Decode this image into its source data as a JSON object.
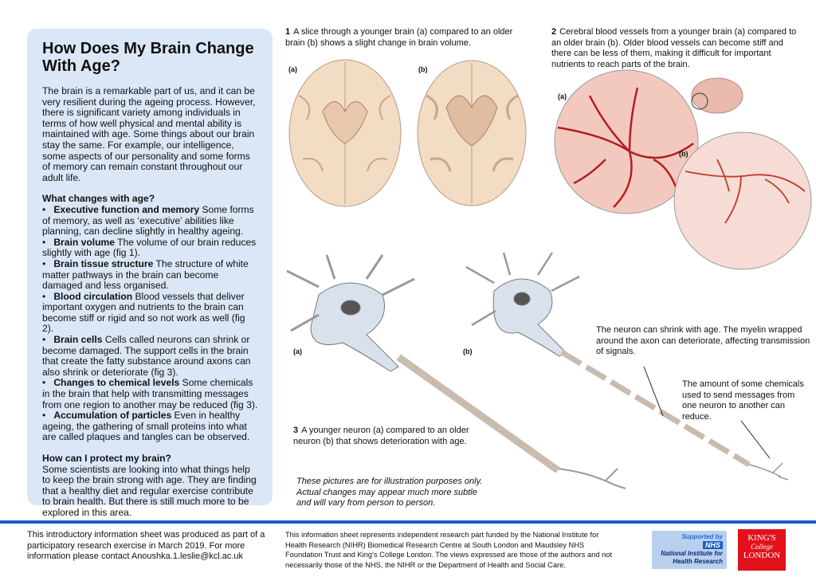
{
  "panel": {
    "title": "How Does My Brain Change With Age?",
    "intro": "The brain is a remarkable part of us, and it can be very resilient during the ageing process. However, there is significant variety among individuals in terms of how well physical and mental ability is maintained with age. Some things about our brain stay the same. For example, our intelligence, some aspects of our personality and some forms of memory can remain constant throughout our adult life.",
    "changes_heading": "What changes with age?",
    "changes": [
      {
        "term": "Executive function and memory",
        "text": " Some forms of memory, as well as ‘executive’ abilities like planning, can decline slightly in healthy ageing."
      },
      {
        "term": "Brain volume",
        "text": " The volume of our brain reduces slightly with age (fig 1)."
      },
      {
        "term": "Brain tissue structure",
        "text": " The structure of white matter pathways in the brain can become damaged and less organised."
      },
      {
        "term": "Blood circulation",
        "text": " Blood vessels that deliver important oxygen and nutrients to the brain can become stiff or rigid and so not work as well (fig 2)."
      },
      {
        "term": "Brain cells",
        "text": " Cells called neurons can shrink or become damaged. The support cells in the brain that create the fatty substance around axons can also shrink or deteriorate (fig 3)."
      },
      {
        "term": "Changes to chemical levels",
        "text": " Some chemicals in the brain that help with transmitting messages from one region to another may be reduced (fig 3)."
      },
      {
        "term": "Accumulation of particles",
        "text": " Even in healthy ageing, the gathering of small proteins into what are called plaques and tangles can be observed."
      }
    ],
    "bullet": "•",
    "protect_heading": "How can I protect my brain?",
    "protect_text": "Some scientists are looking into what things help to keep the brain strong with age. They are finding that a healthy diet and regular exercise contribute to brain health. But there is still much more to be explored in this area."
  },
  "fig1": {
    "num": "1",
    "caption": "A slice through a younger brain (a) compared to an older brain (b) shows a slight change in brain volume.",
    "label_a": "(a)",
    "label_b": "(b)"
  },
  "fig2": {
    "num": "2",
    "caption": "Cerebral blood vessels from a younger brain (a) compared to an older brain (b). Older blood vessels can become stiff and there can be less of them, making it difficult for important nutrients to reach parts of the brain.",
    "label_a": "(a)",
    "label_b": "(b)"
  },
  "fig3": {
    "num": "3",
    "caption": "A younger neuron (a) compared to an older neuron (b) that shows deterioration with age.",
    "label_a": "(a)",
    "label_b": "(b)",
    "note1": "The neuron can shrink with age. The myelin wrapped around the axon can deteriorate, affecting transmission of signals.",
    "note2": "The amount of some chemicals used to send messages from one neuron to another can reduce."
  },
  "disclaimer": "These pictures are for illustration purposes only. Actual changes may appear much more subtle and will vary from person to person.",
  "footer": {
    "left": "This introductory information sheet was produced as part of a participatory research exercise in March 2019. For more information please contact Anoushka.1.leslie@kcl.ac.uk",
    "middle": "This information sheet represents independent research part funded by the National Institute for Health Research (NIHR) Biomedical Research Centre at South London and Maudsley NHS Foundation Trust and King’s College London. The views expressed are those of the authors and not necessarily those of the NHS, the NIHR or the Department of Health and Social Care.",
    "nihr_logo": {
      "supported": "Supported by",
      "nhs": "NHS",
      "name": "National Institute for Health Research"
    },
    "kcl_logo": {
      "line1": "KING'S",
      "line2": "College",
      "line3": "LONDON"
    }
  },
  "colors": {
    "panel": "#dbe6f6",
    "accent": "#1d5fc4",
    "kcl": "#e3101b"
  }
}
